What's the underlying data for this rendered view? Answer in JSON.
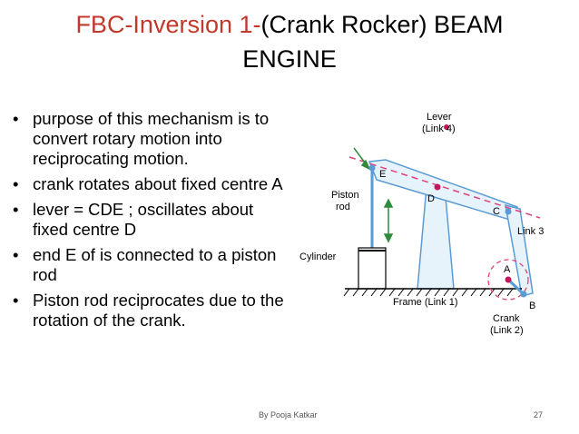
{
  "title": {
    "part1": "FBC-Inversion 1-",
    "part2": "(Crank Rocker) BEAM",
    "line2": "ENGINE"
  },
  "bullets": [
    "purpose of this mechanism is to convert rotary motion into reciprocating motion.",
    "crank rotates about fixed centre A",
    "lever = CDE ; oscillates about fixed centre D",
    "end E of is connected to a piston rod",
    "Piston rod reciprocates due to the rotation of the crank."
  ],
  "bullet_glyph": "•",
  "diagram": {
    "lever_label": "Lever",
    "lever_link": "(Link 4)",
    "piston_label": "Piston",
    "piston_label2": "rod",
    "cylinder_label": "Cylinder",
    "frame_label": "Frame (Link 1)",
    "link3_label": "Link 3",
    "crank_label": "Crank",
    "crank_link": "(Link 2)",
    "point_e": "E",
    "point_d": "D",
    "point_c": "C",
    "point_a": "A",
    "point_b": "B"
  },
  "colors": {
    "title_red": "#c0392b",
    "link_blue": "#5a9bd5",
    "link_fill": "#e6f3fb",
    "dash_red": "#e0407a",
    "arrow_green": "#2e8b3e"
  },
  "footer": {
    "author": "By Pooja Katkar",
    "page": "27"
  }
}
